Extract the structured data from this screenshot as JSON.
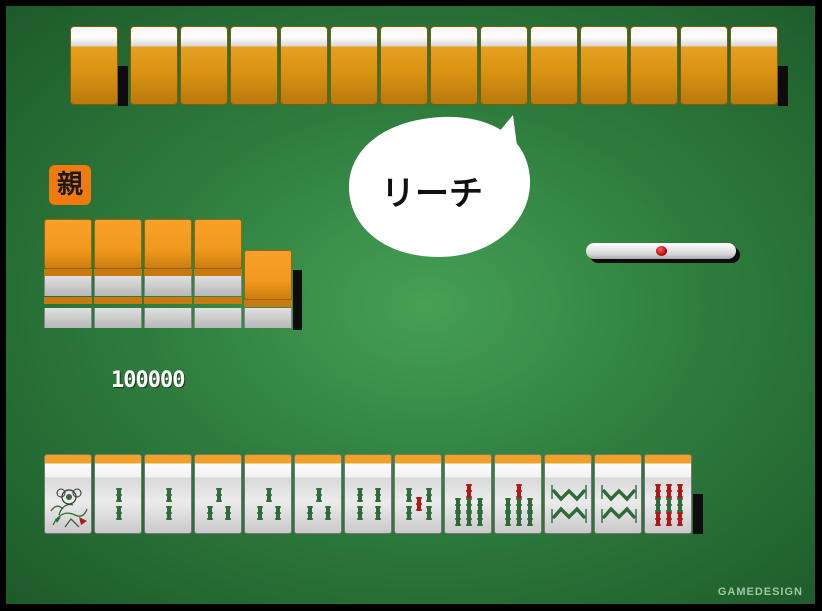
{
  "opponent": {
    "tile_count": 14,
    "tile_state": "face-down"
  },
  "dealer_badge": {
    "label": "親"
  },
  "speech_bubble": {
    "text": "リーチ"
  },
  "riichi_stick": {
    "dot_color": "#cc0000"
  },
  "score": {
    "value": "100000"
  },
  "wall": {
    "top_row_stacks": 5,
    "bottom_row_stacks": 5
  },
  "player_hand": {
    "tiles": [
      {
        "suit": "bamboo",
        "rank": 1,
        "label": "1-sou"
      },
      {
        "suit": "bamboo",
        "rank": 2,
        "label": "2-sou"
      },
      {
        "suit": "bamboo",
        "rank": 2,
        "label": "2-sou"
      },
      {
        "suit": "bamboo",
        "rank": 3,
        "label": "3-sou"
      },
      {
        "suit": "bamboo",
        "rank": 3,
        "label": "3-sou"
      },
      {
        "suit": "bamboo",
        "rank": 3,
        "label": "3-sou"
      },
      {
        "suit": "bamboo",
        "rank": 4,
        "label": "4-sou"
      },
      {
        "suit": "bamboo",
        "rank": 5,
        "label": "5-sou"
      },
      {
        "suit": "bamboo",
        "rank": 7,
        "label": "7-sou"
      },
      {
        "suit": "bamboo",
        "rank": 7,
        "label": "7-sou"
      },
      {
        "suit": "bamboo",
        "rank": 8,
        "label": "8-sou"
      },
      {
        "suit": "bamboo",
        "rank": 8,
        "label": "8-sou"
      },
      {
        "suit": "bamboo",
        "rank": 9,
        "label": "9-sou"
      }
    ]
  },
  "colors": {
    "felt": "#3a8f4a",
    "tile_back": "#e6a020",
    "bamboo_green": "#2f6a3a",
    "bamboo_red": "#b01818",
    "badge": "#f07a10"
  },
  "watermark": {
    "text": "GAMEDESIGN"
  }
}
